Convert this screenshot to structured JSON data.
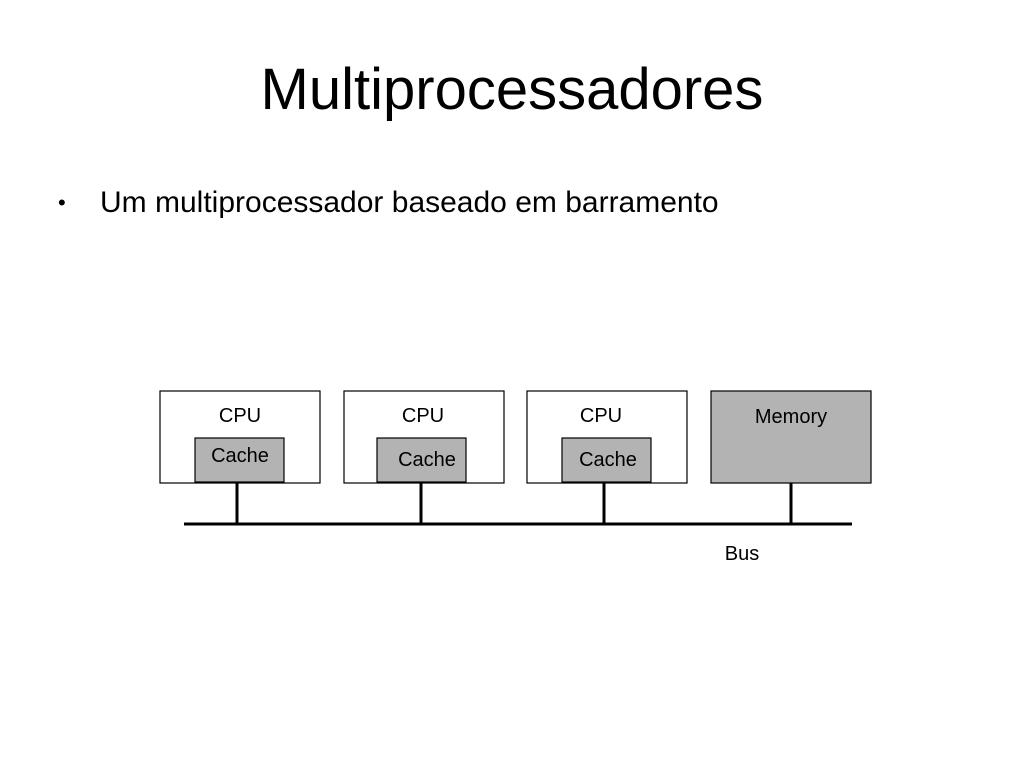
{
  "slide": {
    "title": "Multiprocessadores",
    "bullet_symbol": "•",
    "bullet": "Um multiprocessador baseado em barramento"
  },
  "diagram": {
    "cpu_label": "CPU",
    "cache_label": "Cache",
    "memory_label": "Memory",
    "bus_label": "Bus",
    "colors": {
      "box_fill": "#ffffff",
      "cache_fill": "#b3b3b3",
      "memory_fill": "#b3b3b3",
      "line": "#000000"
    }
  }
}
